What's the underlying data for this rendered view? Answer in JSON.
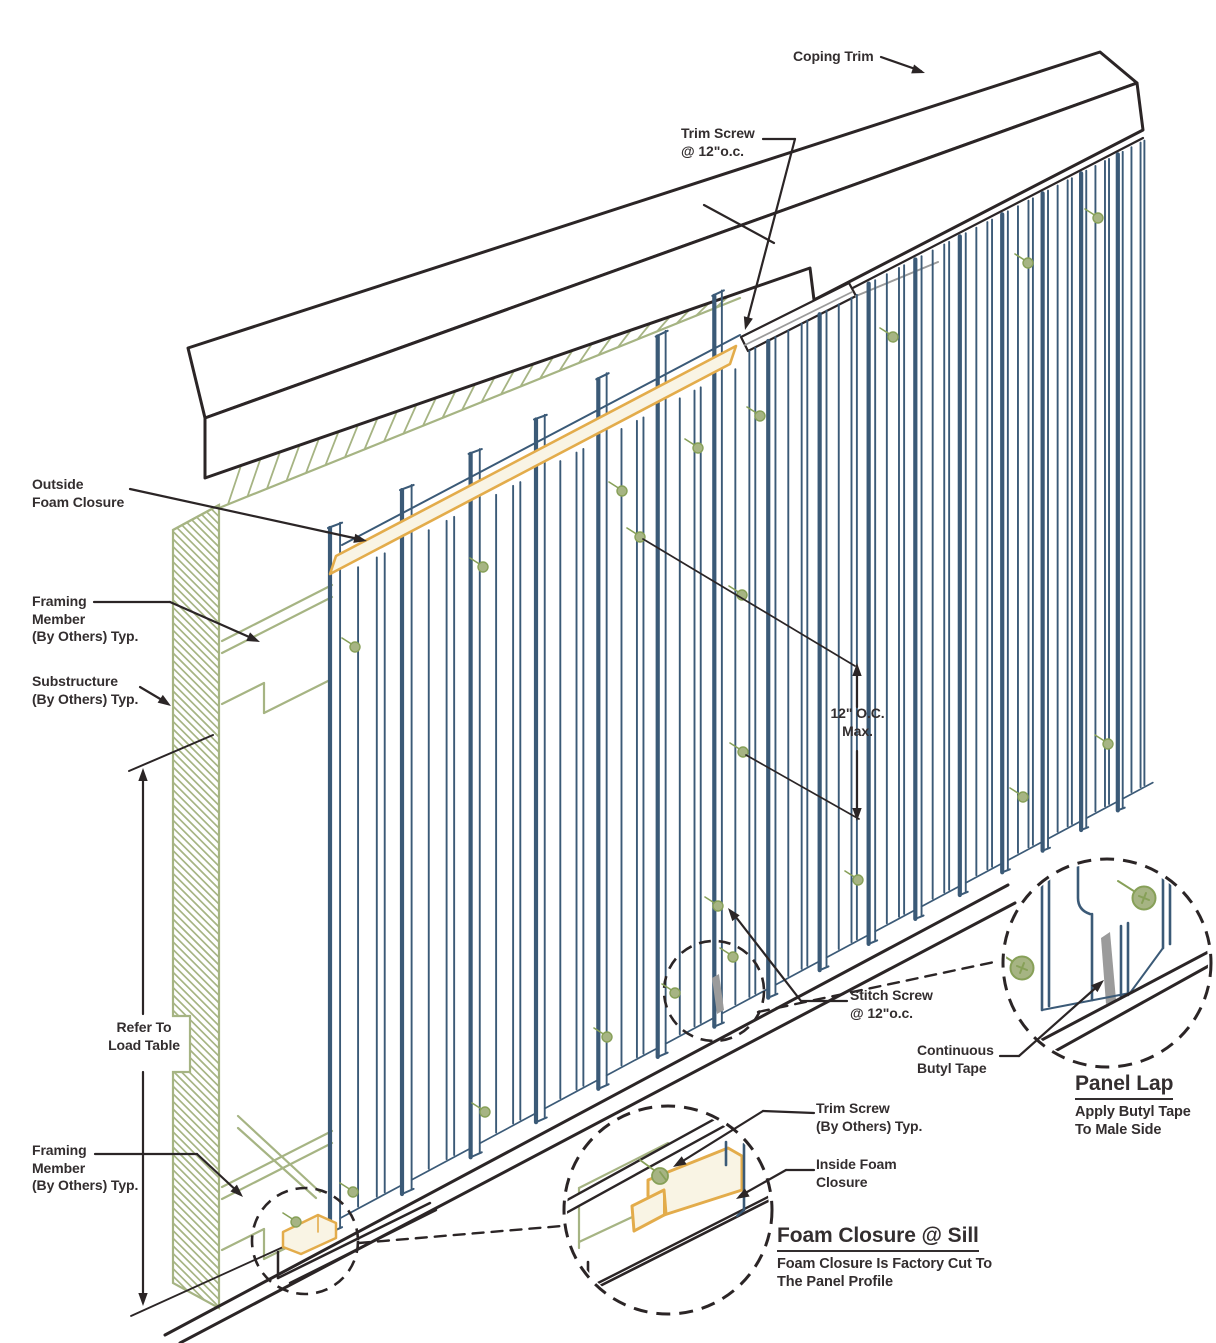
{
  "diagram": {
    "type": "isometric-installation-detail",
    "subject": "metal wall panel with coping trim and foam closures",
    "colors": {
      "outline": "#2b2526",
      "panel_blue": "#3b5a77",
      "accent_green": "#a6b483",
      "screw_green_dark": "#87a058",
      "foam_gold": "#e3ac4b",
      "foam_cream": "#f9f4e4",
      "butyl_gray": "#9b9b9b",
      "text": "#332e2f",
      "background": "#ffffff"
    },
    "labels": {
      "coping_trim": "Coping Trim",
      "trim_screw_top": "Trim Screw\n@ 12\"o.c.",
      "outside_foam_closure": "Outside\nFoam Closure",
      "framing_member_top": "Framing\nMember\n(By Others) Typ.",
      "substructure": "Substructure\n(By Others) Typ.",
      "refer_to_load_table": "Refer To\nLoad Table",
      "framing_member_bottom": "Framing\nMember\n(By Others) Typ.",
      "fastener_spacing": "12\" O.C.\nMax.",
      "stitch_screw": "Stitch Screw\n@ 12\"o.c.",
      "continuous_butyl_tape": "Continuous\nButyl Tape",
      "trim_screw_bottom": "Trim Screw\n(By Others) Typ.",
      "inside_foam_closure": "Inside Foam\nClosure"
    },
    "callouts": {
      "panel_lap": {
        "heading": "Panel Lap",
        "note": "Apply Butyl Tape\nTo Male Side"
      },
      "foam_closure_at_sill": {
        "heading": "Foam Closure @ Sill",
        "note": "Foam Closure Is Factory Cut To\nThe Panel Profile"
      }
    }
  }
}
